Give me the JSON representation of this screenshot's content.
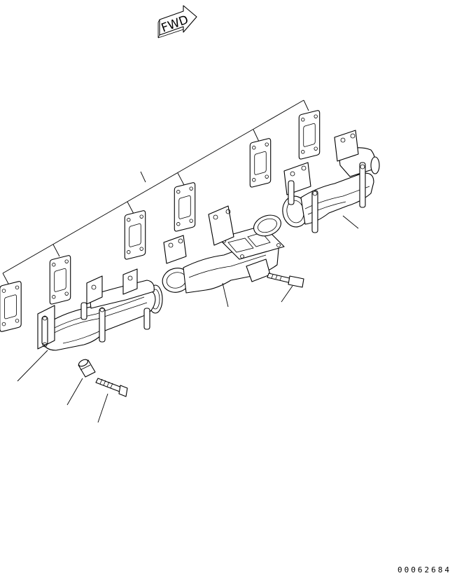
{
  "direction_arrow": {
    "label": "FWD"
  },
  "drawing": {
    "number": "00062684"
  },
  "parts": [
    {
      "id": "gasket",
      "name": "exhaust-manifold-gasket",
      "count": 6
    },
    {
      "id": "front-manifold",
      "name": "front-exhaust-manifold"
    },
    {
      "id": "center-manifold",
      "name": "center-exhaust-manifold"
    },
    {
      "id": "rear-manifold",
      "name": "rear-exhaust-manifold"
    },
    {
      "id": "spacer",
      "name": "spacer"
    },
    {
      "id": "manifold-bolt",
      "name": "manifold-bolt"
    },
    {
      "id": "turbo-stud",
      "name": "turbo-stud"
    }
  ]
}
